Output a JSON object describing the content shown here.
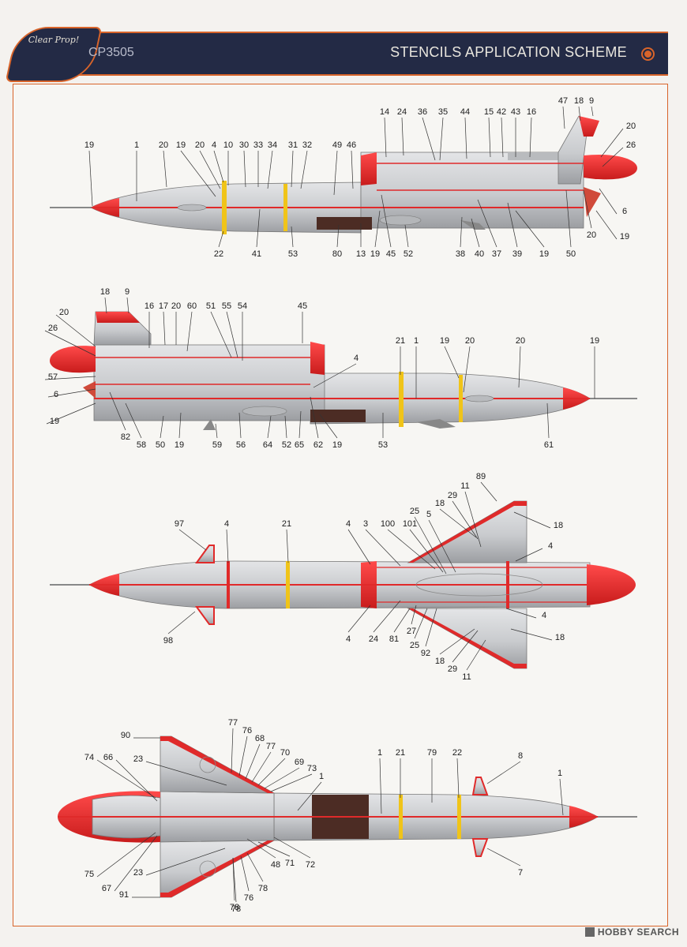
{
  "header": {
    "logo_text": "Clear Prop!",
    "code": "CP3505",
    "title": "STENCILS APPLICATION SCHEME"
  },
  "watermark": {
    "text": "HOBBY SEARCH"
  },
  "colors": {
    "accent": "#d8642a",
    "navy": "#232a45",
    "body_grey": "#c7c9cc",
    "stripe_red": "#e02a2a",
    "stripe_yellow": "#f0c419",
    "band_brown": "#4c2c24"
  },
  "views": {
    "side_left": {
      "labels": [
        "19",
        "1",
        "20",
        "19",
        "20",
        "4",
        "10",
        "30",
        "33",
        "34",
        "31",
        "32",
        "49",
        "46",
        "14",
        "24",
        "36",
        "35",
        "44",
        "15",
        "42",
        "43",
        "16",
        "47",
        "18",
        "9",
        "20",
        "26",
        "6",
        "19",
        "20",
        "50",
        "19",
        "39",
        "37",
        "40",
        "38",
        "52",
        "45",
        "19",
        "13",
        "80",
        "53",
        "41",
        "22"
      ]
    },
    "side_right": {
      "labels": [
        "18",
        "9",
        "20",
        "26",
        "16",
        "17",
        "20",
        "60",
        "51",
        "55",
        "54",
        "45",
        "57",
        "6",
        "19",
        "82",
        "58",
        "50",
        "19",
        "59",
        "56",
        "64",
        "52",
        "65",
        "62",
        "19",
        "4",
        "21",
        "1",
        "19",
        "20",
        "20",
        "19",
        "61",
        "53"
      ]
    },
    "top": {
      "labels": [
        "97",
        "4",
        "21",
        "4",
        "3",
        "100",
        "101",
        "25",
        "5",
        "18",
        "29",
        "11",
        "89",
        "18",
        "4",
        "4",
        "18",
        "98",
        "4",
        "24",
        "81",
        "27",
        "25",
        "92",
        "18",
        "29",
        "11"
      ]
    },
    "bottom": {
      "labels": [
        "90",
        "77",
        "76",
        "68",
        "77",
        "70",
        "69",
        "73",
        "1",
        "1",
        "21",
        "79",
        "22",
        "8",
        "1",
        "74",
        "66",
        "23",
        "75",
        "67",
        "23",
        "48",
        "71",
        "72",
        "78",
        "76",
        "78",
        "78",
        "91",
        "7"
      ]
    }
  }
}
